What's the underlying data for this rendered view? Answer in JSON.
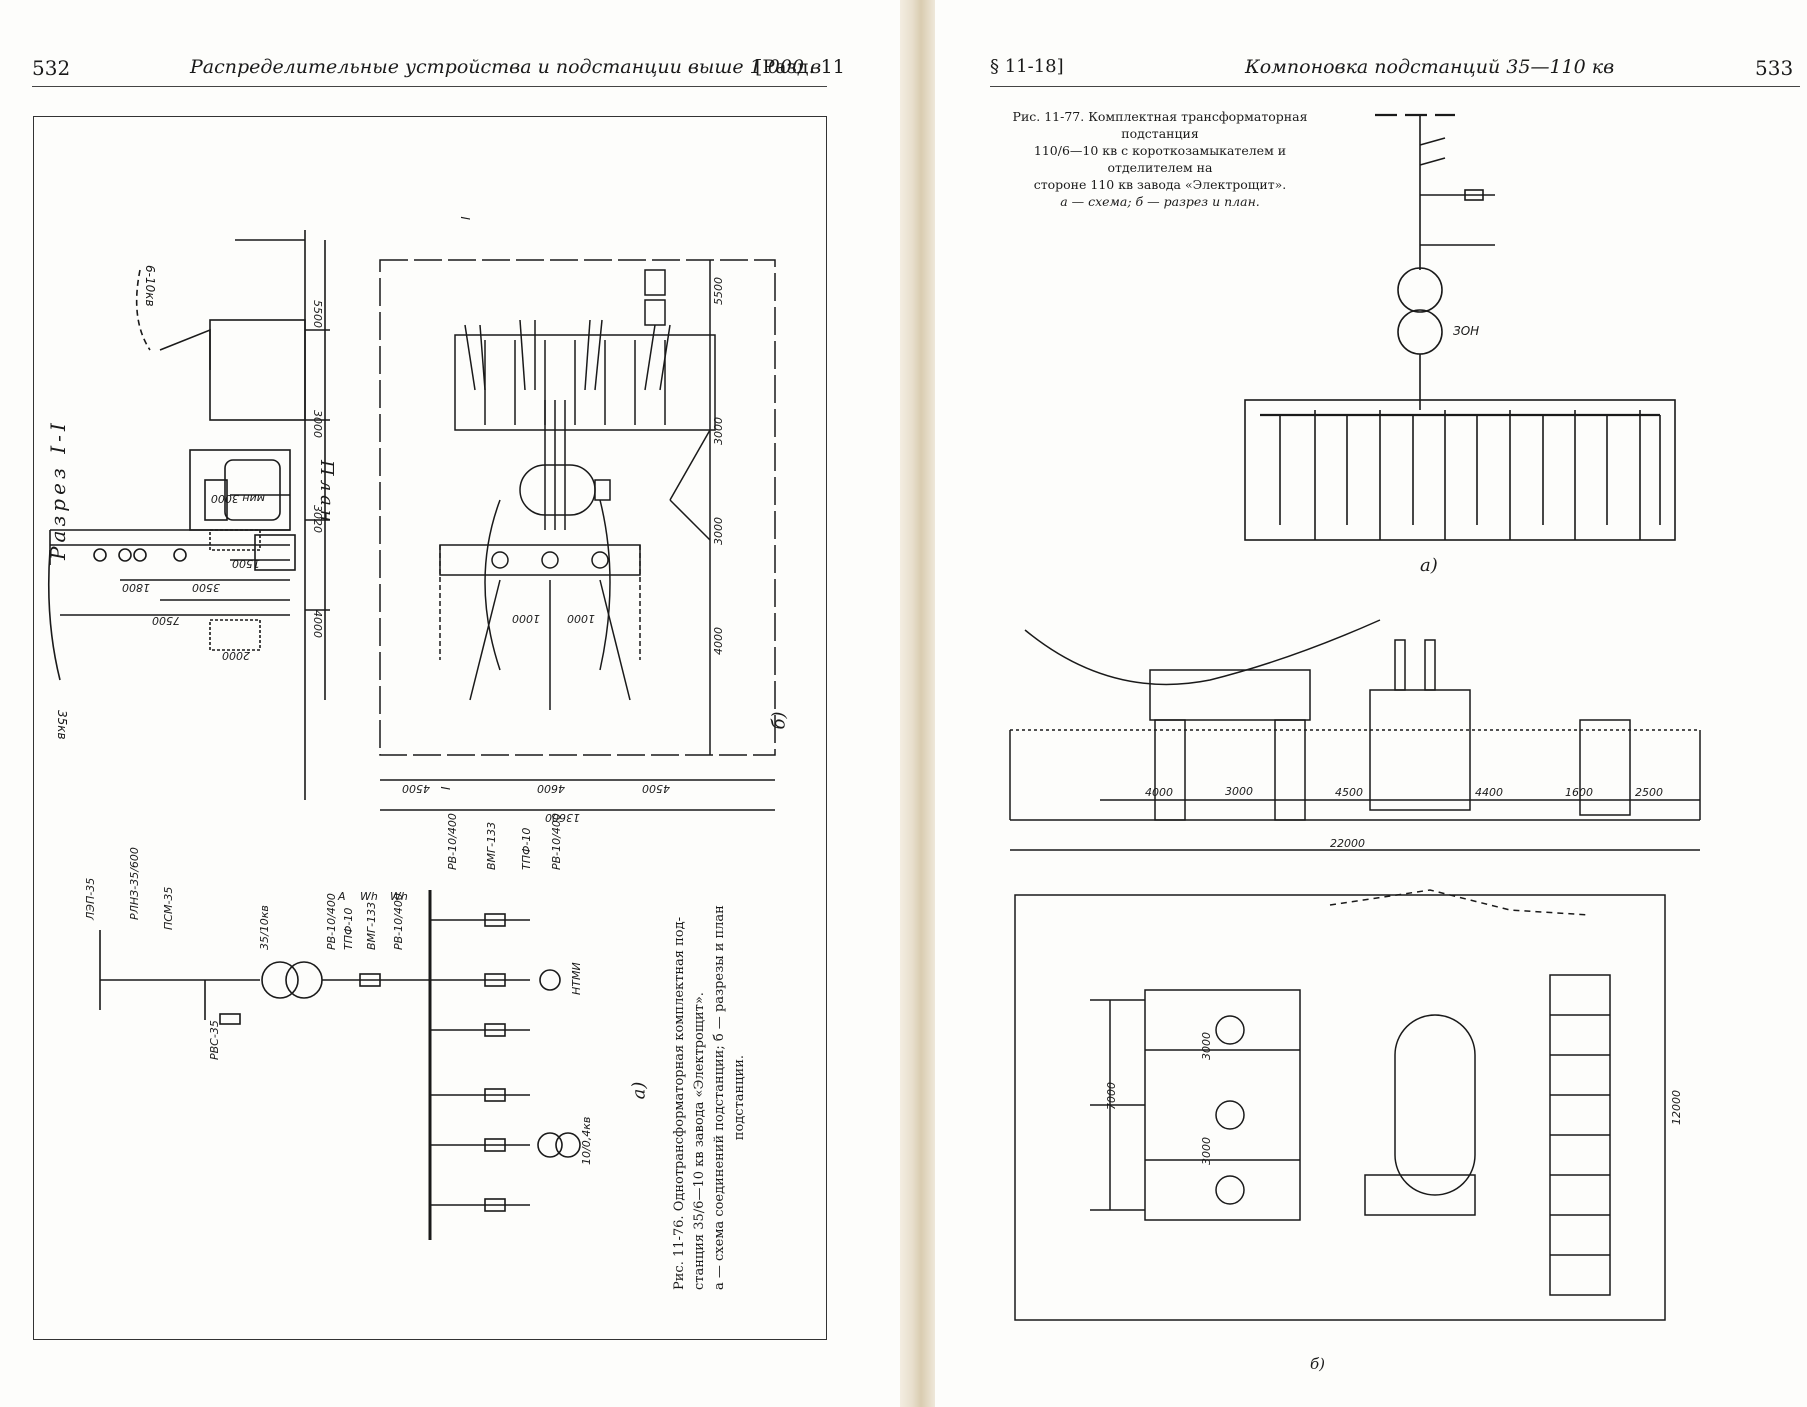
{
  "left_page": {
    "page_number": "532",
    "running_title": "Распределительные устройства и подстанции выше 1 000 в",
    "section": "[Разд. 11",
    "section_label": "Разрез I-I",
    "plan_label": "План",
    "section_markers": [
      "I",
      "I"
    ],
    "fig_letter_b": "б)",
    "fig_letter_a": "а)",
    "caption_line1": "Рис. 11-76. Однотрансформаторная комплектная под-",
    "caption_line2": "станция 35/6—10 кв завода «Электрощит».",
    "caption_line3": "а — схема соединений подстанции; б — разрезы и план",
    "caption_line4": "подстанции.",
    "section_labels": {
      "kv_out": "6-10кв",
      "kv_in": "35кв",
      "dims": [
        "5500",
        "3000",
        "3020",
        "4000",
        "мин 3000",
        "1500",
        "3500",
        "1800",
        "7500",
        "2000"
      ]
    },
    "plan_dims": [
      "5500",
      "3000",
      "3000",
      "4000",
      "1000",
      "1000",
      "4500",
      "4600",
      "4500",
      "13600"
    ],
    "scheme_labels": {
      "line": "ЛЭП-35",
      "disconnector": "РЛНЗ-35/600",
      "fuse": "ПСМ-35",
      "transformer": "35/10кв",
      "arrester": "РВС-35",
      "rv1": "РВ-10/400",
      "tpf": "ТПФ-10",
      "vmg": "ВМГ-133",
      "rv2": "РВ-10/400",
      "ammeter": "А",
      "wh1": "Wh",
      "wh2": "Wh",
      "out_rv1": "РВ-10/400",
      "out_vmg": "ВМГ-133",
      "out_tpf": "ТПФ-10",
      "out_rv2": "РВ-10/400",
      "ntmi": "НТМИ",
      "aux": "10/0,4кв"
    }
  },
  "right_page": {
    "page_number": "533",
    "section": "§ 11-18]",
    "running_title": "Компоновка подстанций 35—110 кв",
    "caption_line1": "Рис. 11-77. Комплектная трансформаторная подстанция",
    "caption_line2": "110/6—10 кв с короткозамыкателем и отделителем на",
    "caption_line3": "стороне 110 кв завода «Электрощит».",
    "caption_line4": "а — схема; б — разрез и план.",
    "zon_label": "ЗОН",
    "fig_letter_a": "а)",
    "fig_letter_b": "б)",
    "section_dims": [
      "3000",
      "4000",
      "4500",
      "4400",
      "1600",
      "2500",
      "22000"
    ],
    "plan_dims": [
      "3000",
      "3000",
      "7000",
      "12000"
    ]
  },
  "colors": {
    "ink": "#1a1a1a",
    "paper": "#fdfdfb",
    "gutter": "#d9ccb0"
  }
}
